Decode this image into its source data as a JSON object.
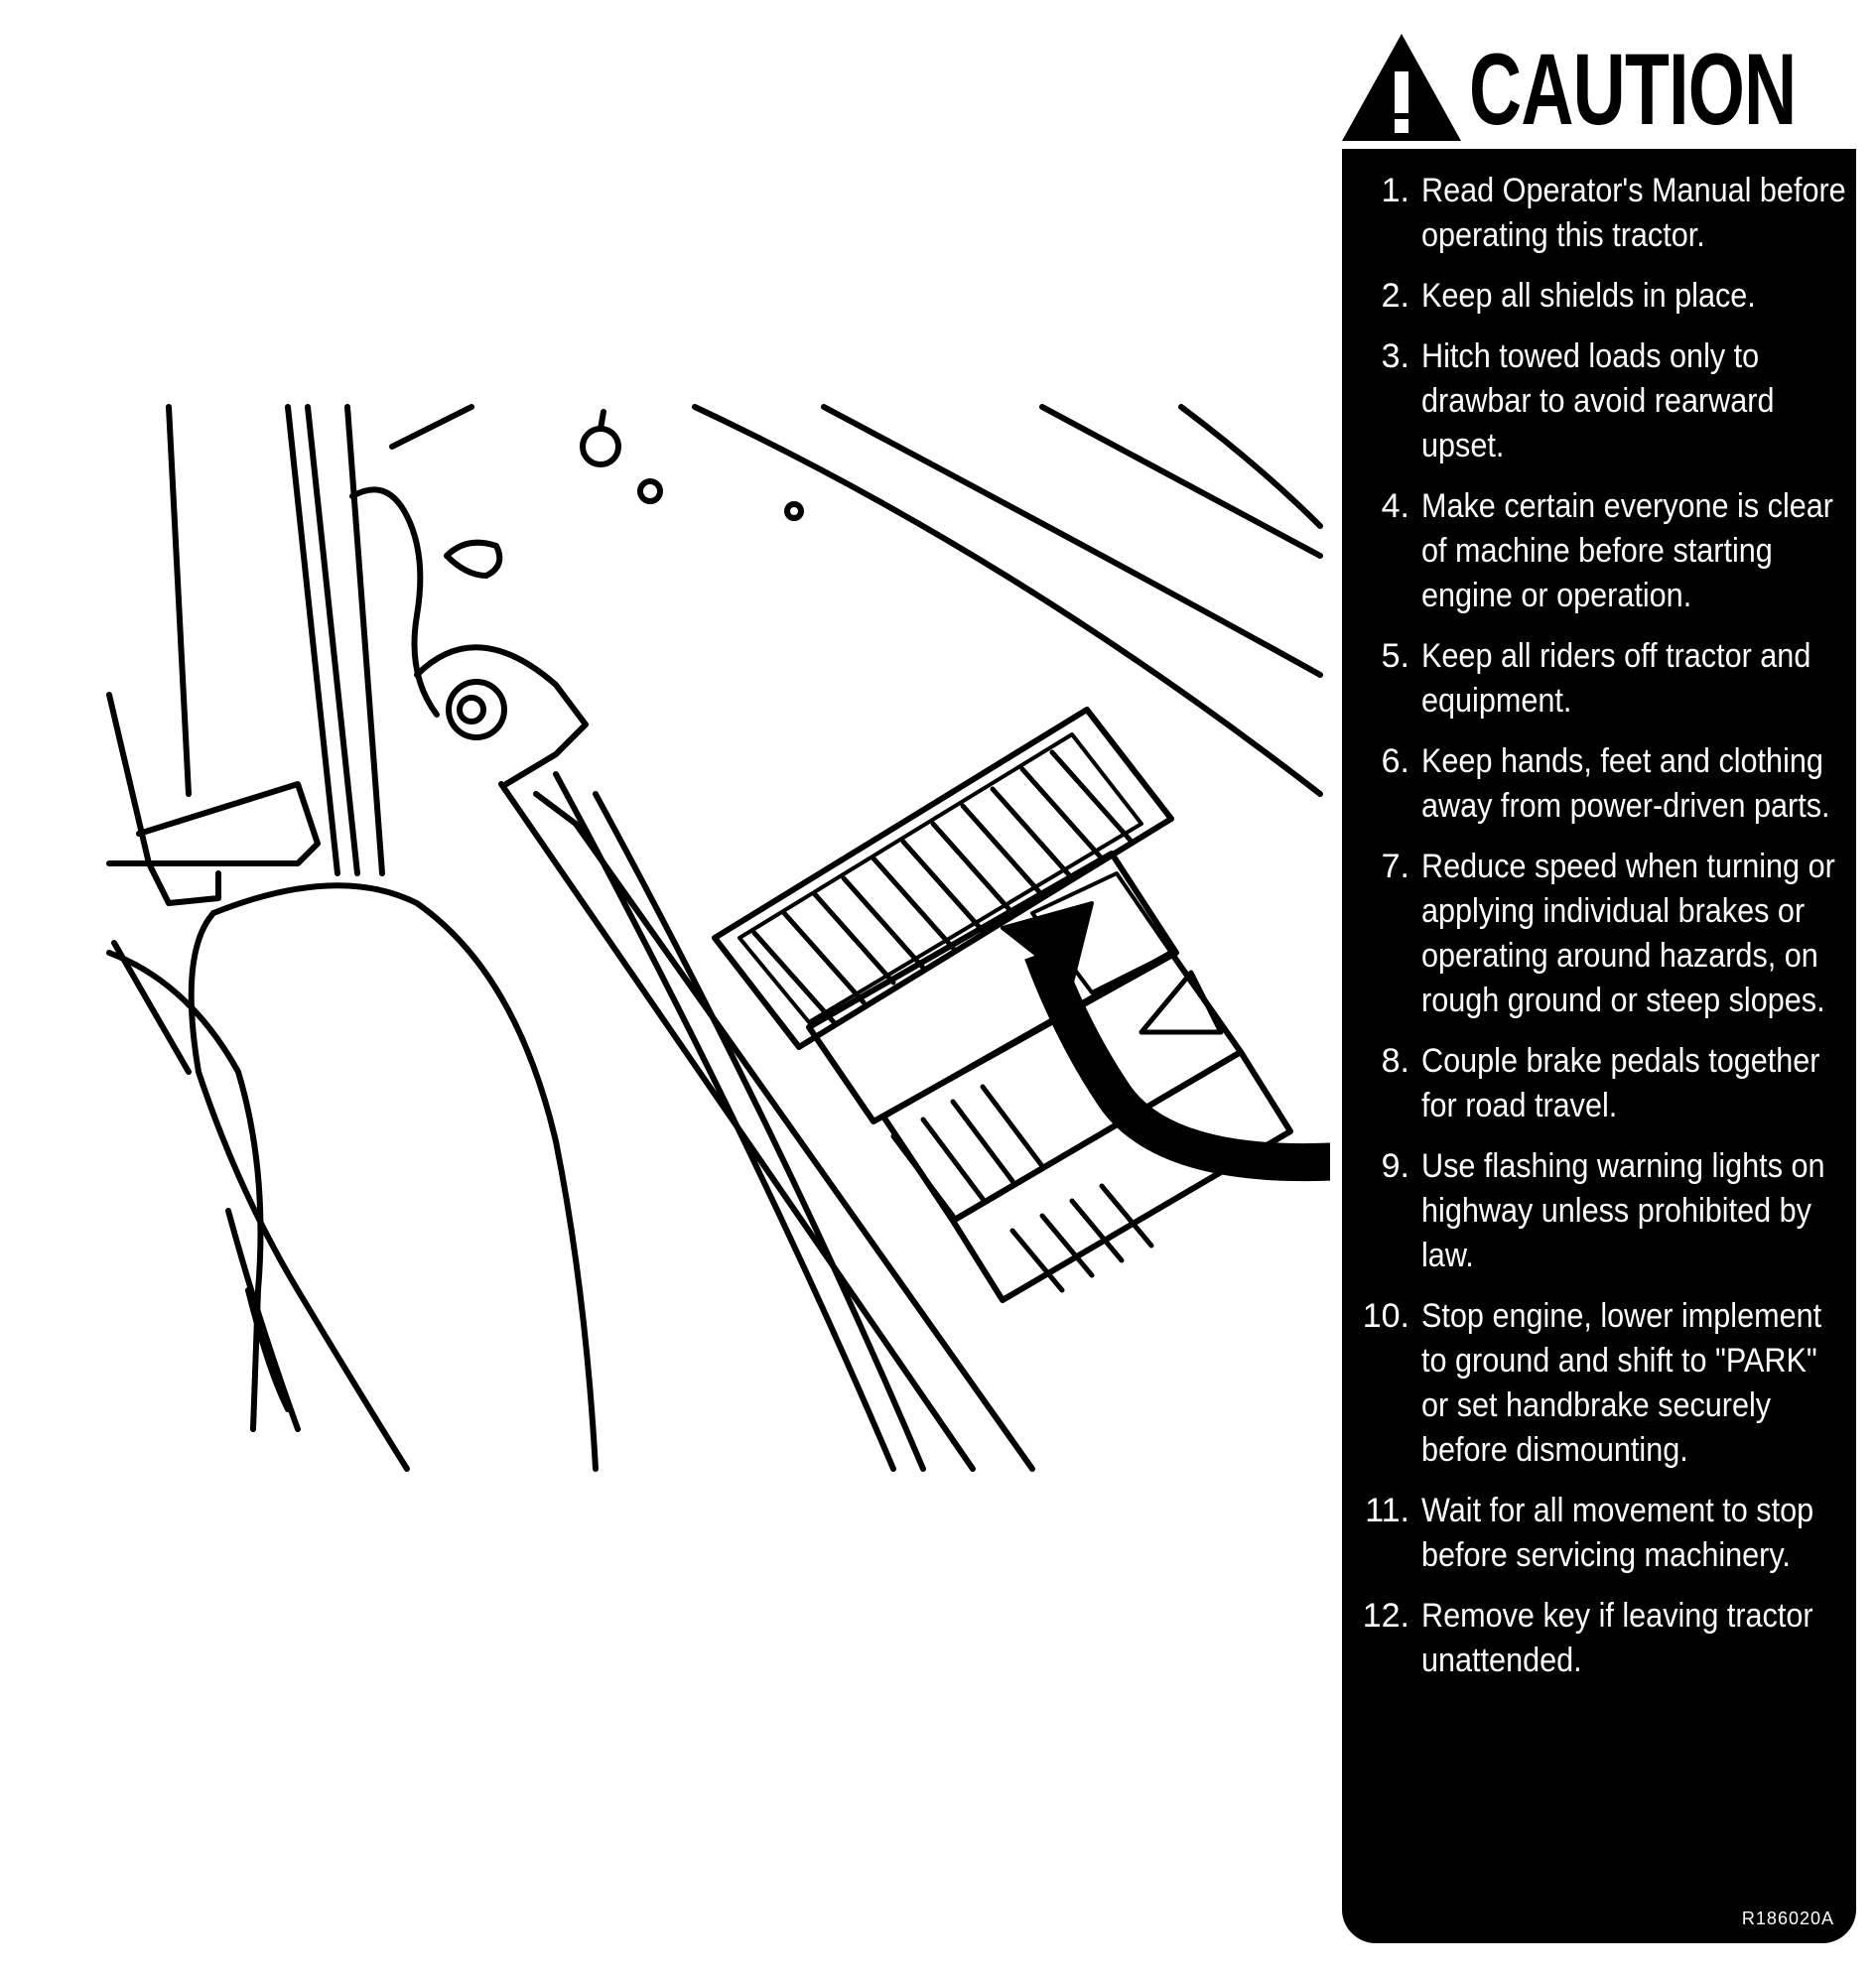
{
  "caution": {
    "title": "CAUTION",
    "icon": "warning-triangle-icon",
    "items": [
      {
        "num": "1.",
        "text": "Read Operator's Manual before operating this tractor."
      },
      {
        "num": "2.",
        "text": "Keep all shields in place."
      },
      {
        "num": "3.",
        "text": "Hitch towed loads only to drawbar to avoid rearward upset."
      },
      {
        "num": "4.",
        "text": "Make certain everyone is clear of machine before starting engine or operation."
      },
      {
        "num": "5.",
        "text": "Keep all riders off tractor and equipment."
      },
      {
        "num": "6.",
        "text": "Keep hands, feet and clothing away from power-driven parts."
      },
      {
        "num": "7.",
        "text": "Reduce speed when turning or applying individual brakes or operating around hazards, on rough ground or steep slopes."
      },
      {
        "num": "8.",
        "text": "Couple brake pedals together for road travel."
      },
      {
        "num": "9.",
        "text": "Use flashing warning lights on highway unless prohibited by law."
      },
      {
        "num": "10.",
        "text": "Stop engine, lower implement to ground and shift to \"PARK\" or set handbrake securely before dismounting."
      },
      {
        "num": "11.",
        "text": "Wait for all movement to stop before servicing machinery."
      },
      {
        "num": "12.",
        "text": "Remove key if leaving tractor unattended."
      }
    ],
    "part_number": "R186020A"
  },
  "illustration": {
    "subject": "tractor-fender-with-caution-decal",
    "arrow_icon": "pointer-arrow-icon"
  }
}
